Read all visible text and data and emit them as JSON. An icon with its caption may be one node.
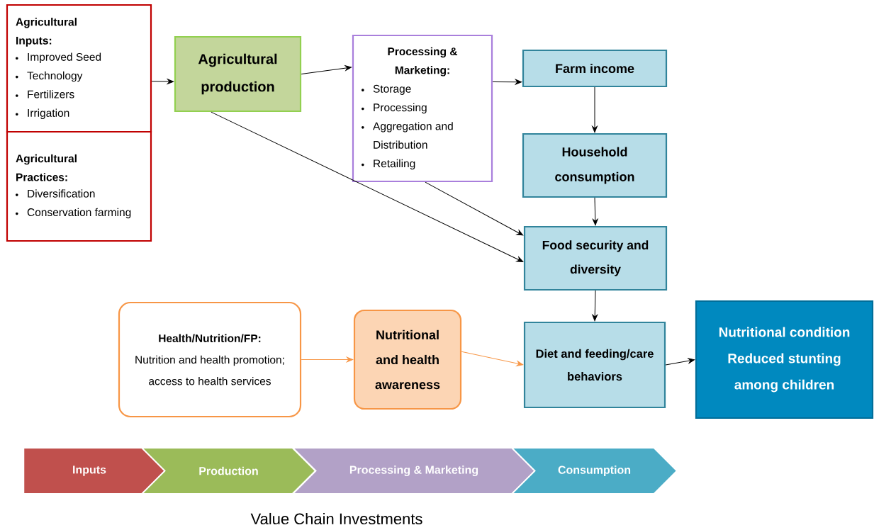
{
  "diagram": {
    "caption": "Value Chain Investments",
    "nodes": [
      {
        "text": [
          "Agricultural Inputs:",
          "Improved Seed",
          "Technology",
          "Fertilizers",
          "Irrigation"
        ]
      },
      {
        "text": [
          "Agricultural Practices:",
          "Diversification",
          "Conservation farming"
        ]
      },
      {
        "text": [
          "Agricultural production"
        ]
      },
      {
        "text": [
          "Processing & Marketing:",
          "Storage",
          "Processing",
          "Aggregation and Distribution",
          "Retailing"
        ]
      },
      {
        "text": [
          "Farm income"
        ]
      },
      {
        "text": [
          "Household consumption"
        ]
      },
      {
        "text": [
          "Food security and diversity"
        ]
      },
      {
        "text": [
          "Health/Nutrition/FP:",
          "Nutrition and health promotion; access to health services"
        ]
      },
      {
        "text": [
          "Nutritional and health awareness"
        ]
      },
      {
        "text": [
          "Diet and feeding/care behaviors"
        ]
      },
      {
        "text": [
          "Nutritional condition",
          "Reduced stunting among children"
        ]
      },
      {
        "text": [
          "Inputs"
        ]
      },
      {
        "text": [
          "Production"
        ]
      },
      {
        "text": [
          "Processing & Marketing"
        ]
      },
      {
        "text": [
          "Consumption"
        ]
      }
    ],
    "edges": [
      {
        "from": 0,
        "to": 2,
        "arrow": "to"
      },
      {
        "from": 2,
        "to": 3,
        "arrow": "to"
      },
      {
        "from": 3,
        "to": 4,
        "arrow": "to"
      },
      {
        "from": 4,
        "to": 5,
        "arrow": "to"
      },
      {
        "from": 5,
        "to": 6,
        "arrow": "to"
      },
      {
        "from": 2,
        "to": 6,
        "arrow": "to"
      },
      {
        "from": 3,
        "to": 6,
        "arrow": "to"
      },
      {
        "from": 6,
        "to": 9,
        "arrow": "to"
      },
      {
        "from": 7,
        "to": 8,
        "arrow": "to",
        "color": "#f79646"
      },
      {
        "from": 8,
        "to": 9,
        "arrow": "to",
        "color": "#f79646"
      },
      {
        "from": 9,
        "to": 10,
        "arrow": "to"
      }
    ]
  }
}
